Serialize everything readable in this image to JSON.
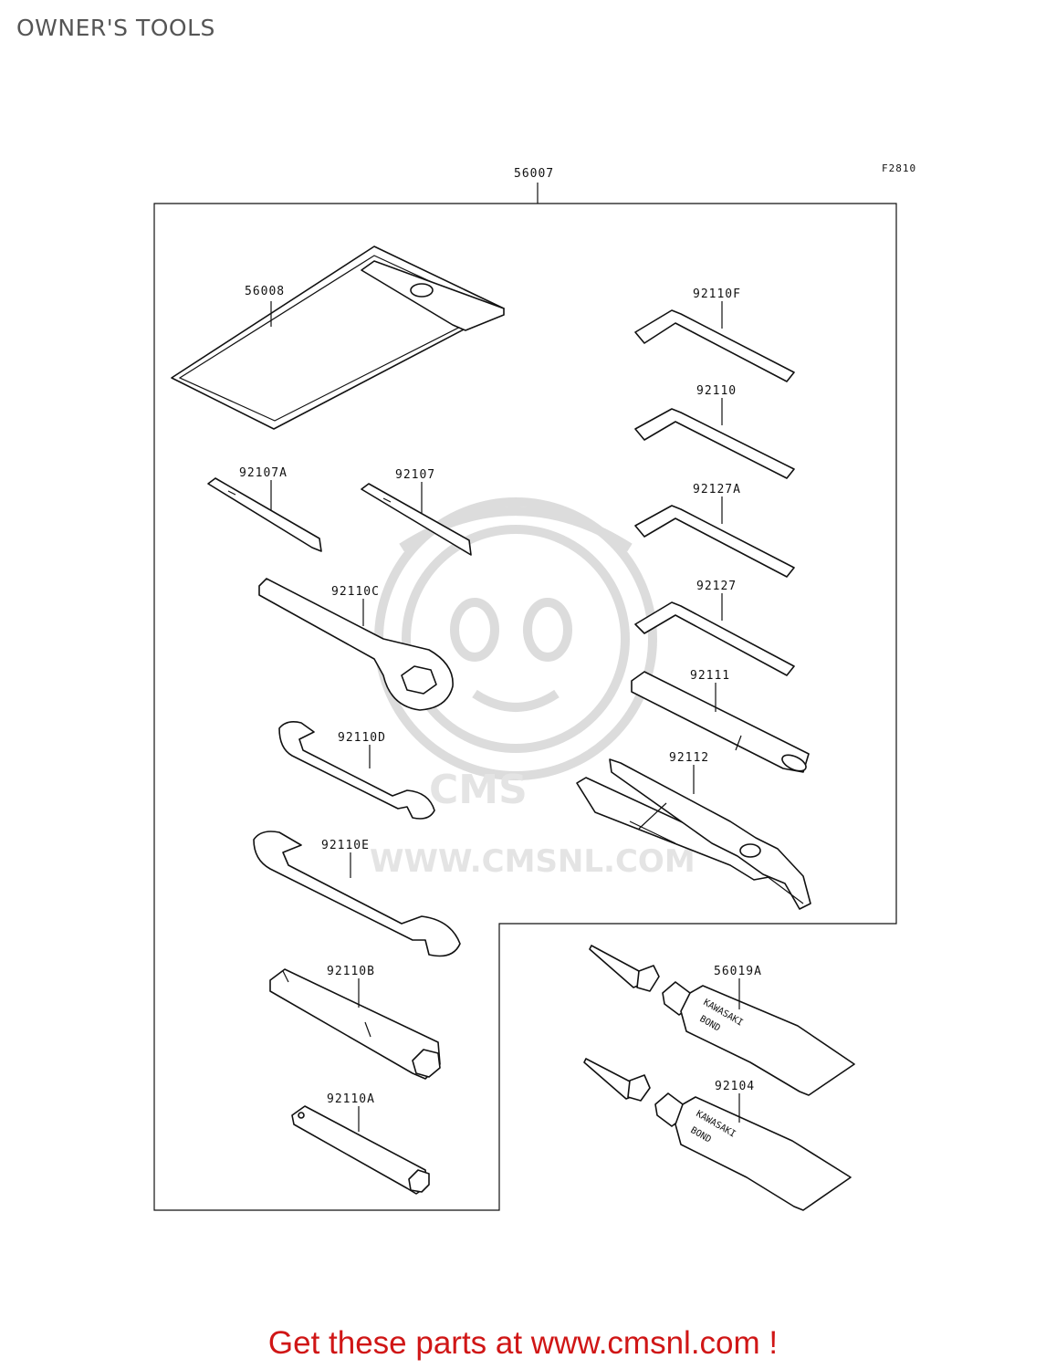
{
  "header": {
    "title": "OWNER'S TOOLS",
    "diagram_code": "F2810"
  },
  "parts": {
    "p56007": "56007",
    "p56008": "56008",
    "p92107A": "92107A",
    "p92107": "92107",
    "p92110C": "92110C",
    "p92110D": "92110D",
    "p92110E": "92110E",
    "p92110B": "92110B",
    "p92110A": "92110A",
    "p92110F": "92110F",
    "p92110": "92110",
    "p92127A": "92127A",
    "p92127": "92127",
    "p92111": "92111",
    "p92112": "92112",
    "p56019A": "56019A",
    "p92104": "92104"
  },
  "tube_print": {
    "brand": "KAWASAKI",
    "product": "BOND"
  },
  "watermark": {
    "logo_text": "CMS",
    "url": "WWW.CMSNL.COM"
  },
  "footer": {
    "text": "Get these parts at www.cmsnl.com !"
  },
  "colors": {
    "footer": "#d01616",
    "title": "#555555",
    "watermark": "#d9d9d9",
    "lines": "#111111"
  }
}
